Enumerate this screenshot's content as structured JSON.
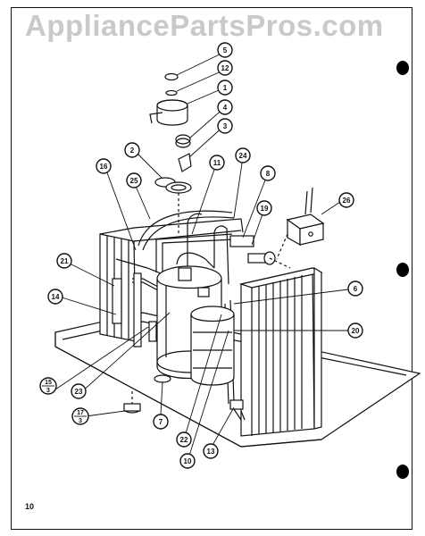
{
  "watermark": "AppliancePartsPros.com",
  "page_number": "10",
  "callouts": [
    {
      "id": "c5",
      "label": "5"
    },
    {
      "id": "c12",
      "label": "12"
    },
    {
      "id": "c1",
      "label": "1"
    },
    {
      "id": "c4",
      "label": "4"
    },
    {
      "id": "c3",
      "label": "3"
    },
    {
      "id": "c2",
      "label": "2"
    },
    {
      "id": "c16",
      "label": "16"
    },
    {
      "id": "c11",
      "label": "11"
    },
    {
      "id": "c24",
      "label": "24"
    },
    {
      "id": "c8",
      "label": "8"
    },
    {
      "id": "c25",
      "label": "25"
    },
    {
      "id": "c26",
      "label": "26"
    },
    {
      "id": "c19",
      "label": "19"
    },
    {
      "id": "c21",
      "label": "21"
    },
    {
      "id": "c14",
      "label": "14"
    },
    {
      "id": "c6",
      "label": "6"
    },
    {
      "id": "c20",
      "label": "20"
    },
    {
      "id": "c7",
      "label": "7"
    },
    {
      "id": "c22",
      "label": "22"
    },
    {
      "id": "c10",
      "label": "10"
    },
    {
      "id": "c13",
      "label": "13"
    },
    {
      "id": "c23",
      "label": "23"
    }
  ],
  "fraction_callouts": [
    {
      "id": "f15",
      "top": "15",
      "bottom": "3"
    },
    {
      "id": "f17",
      "top": "17",
      "bottom": "3"
    }
  ]
}
